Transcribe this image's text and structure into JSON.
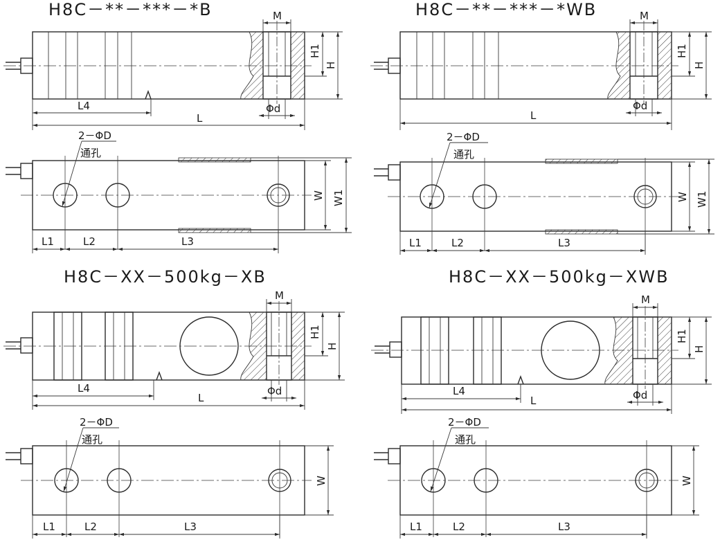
{
  "panels": [
    {
      "title": "H8C－**－***－*B",
      "dims": {
        "M": "M",
        "H1": "H1",
        "H": "H",
        "L4": "L4",
        "L": "L",
        "d": "Φd",
        "W": "W",
        "W1": "W1",
        "L1": "L1",
        "L2": "L2",
        "L3": "L3"
      },
      "hole_note": "2－ΦD",
      "hole_note2": "通孔"
    },
    {
      "title": "H8C－**－***－*WB",
      "dims": {
        "M": "M",
        "H1": "H1",
        "H": "H",
        "L": "L",
        "d": "Φd",
        "W": "W",
        "W1": "W1",
        "L1": "L1",
        "L2": "L2",
        "L3": "L3"
      },
      "hole_note": "2－ΦD",
      "hole_note2": "通孔"
    },
    {
      "title": "H8C－XX－500kg－XB",
      "dims": {
        "M": "M",
        "H1": "H1",
        "H": "H",
        "L4": "L4",
        "L": "L",
        "d": "Φd",
        "W": "W",
        "L1": "L1",
        "L2": "L2",
        "L3": "L3"
      },
      "hole_note": "2－ΦD",
      "hole_note2": "通孔"
    },
    {
      "title": "H8C－XX－500kg－XWB",
      "dims": {
        "M": "M",
        "H1": "H1",
        "H": "H",
        "L4": "L4",
        "L": "L",
        "d": "Φd",
        "W": "W",
        "L1": "L1",
        "L2": "L2",
        "L3": "L3"
      },
      "hole_note": "2－ΦD",
      "hole_note2": "通孔"
    }
  ]
}
